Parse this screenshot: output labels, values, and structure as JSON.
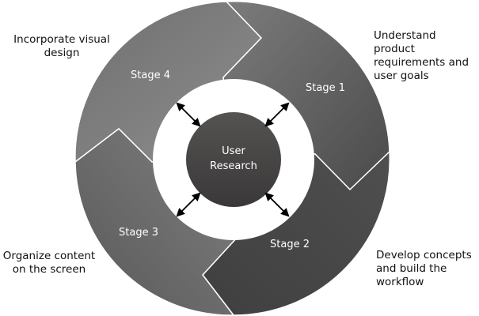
{
  "center": {
    "line1": "User",
    "line2": "Research"
  },
  "stages": [
    {
      "label": "Stage 1",
      "note": [
        "Understand product",
        "requirements and",
        "user goals"
      ]
    },
    {
      "label": "Stage 2",
      "note": [
        "Develop concepts",
        "and build the",
        "workflow"
      ]
    },
    {
      "label": "Stage 3",
      "note": [
        "Organize content",
        "on the screen"
      ]
    },
    {
      "label": "Stage 4",
      "note": [
        "Incorporate visual",
        "design"
      ]
    }
  ],
  "colors": {
    "stage1": "#505050",
    "stage2": "#4a4a4a",
    "stage3": "#6a6a6a",
    "stage4": "#7a7a7a",
    "center": "#4a4747",
    "arrow": "#000000"
  }
}
